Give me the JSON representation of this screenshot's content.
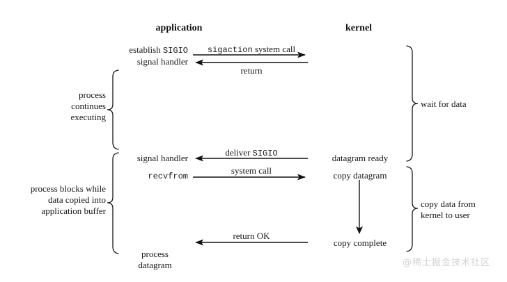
{
  "figure": {
    "title_application": "application",
    "title_kernel": "kernel",
    "watermark": "@稀土掘金技术社区"
  },
  "columns": {
    "application": {
      "label": "application",
      "steps": [
        {
          "line1": "establish ",
          "mono1": "SIGIO",
          "line2": "signal handler"
        },
        {
          "line1": "signal handler"
        },
        {
          "mono1": "recvfrom"
        },
        {
          "line1": "process",
          "line2": "datagram"
        }
      ]
    },
    "kernel": {
      "label": "kernel",
      "steps": [
        {
          "line1": "datagram ready"
        },
        {
          "line1": "copy datagram"
        },
        {
          "line1": "copy complete"
        }
      ]
    }
  },
  "app_labels": {
    "establish_prefix": "establish",
    "establish_sigio": "SIGIO",
    "signal_handler_2": "signal handler",
    "signal_handler_line": "signal handler",
    "recvfrom": "recvfrom",
    "process": "process",
    "datagram": "datagram"
  },
  "kernel_labels": {
    "datagram_ready": "datagram ready",
    "copy_datagram": "copy datagram",
    "copy_complete": "copy complete"
  },
  "arrows": [
    {
      "id": "sigaction-system-call",
      "label_mono": "sigaction",
      "label_text": "system call",
      "direction": "right",
      "label_position": "above"
    },
    {
      "id": "return",
      "label_text": "return",
      "direction": "left",
      "label_position": "below"
    },
    {
      "id": "deliver-sigio",
      "label_text": "deliver",
      "label_mono": "SIGIO",
      "direction": "left",
      "label_position": "above"
    },
    {
      "id": "system-call",
      "label_text": "system call",
      "direction": "right",
      "label_position": "above"
    },
    {
      "id": "return-ok",
      "label_text": "return OK",
      "direction": "left",
      "label_position": "above"
    },
    {
      "id": "copy-datagram-vertical",
      "label_text": "",
      "direction": "down",
      "label_position": "none"
    }
  ],
  "arrow_labels": {
    "sigaction": "sigaction",
    "system_call_1": "system call",
    "return": "return",
    "deliver": "deliver",
    "sigio": "SIGIO",
    "system_call_2": "system call",
    "return_ok": "return OK"
  },
  "braces": {
    "left_upper": {
      "text_line1": "process",
      "text_line2": "continues",
      "text_line3": "executing",
      "orientation": "left-facing"
    },
    "left_lower": {
      "text_line1": "process blocks while",
      "text_line2": "data copied into",
      "text_line3": "application buffer",
      "orientation": "left-facing"
    },
    "right_upper": {
      "text_line1": "wait for data",
      "orientation": "right-facing"
    },
    "right_lower": {
      "text_line1": "copy data from",
      "text_line2": "kernel to user",
      "orientation": "right-facing"
    }
  },
  "colors": {
    "background": "#ffffff",
    "ink": "#17171b",
    "heading": "#111114",
    "watermark": "#d2d2d6"
  }
}
